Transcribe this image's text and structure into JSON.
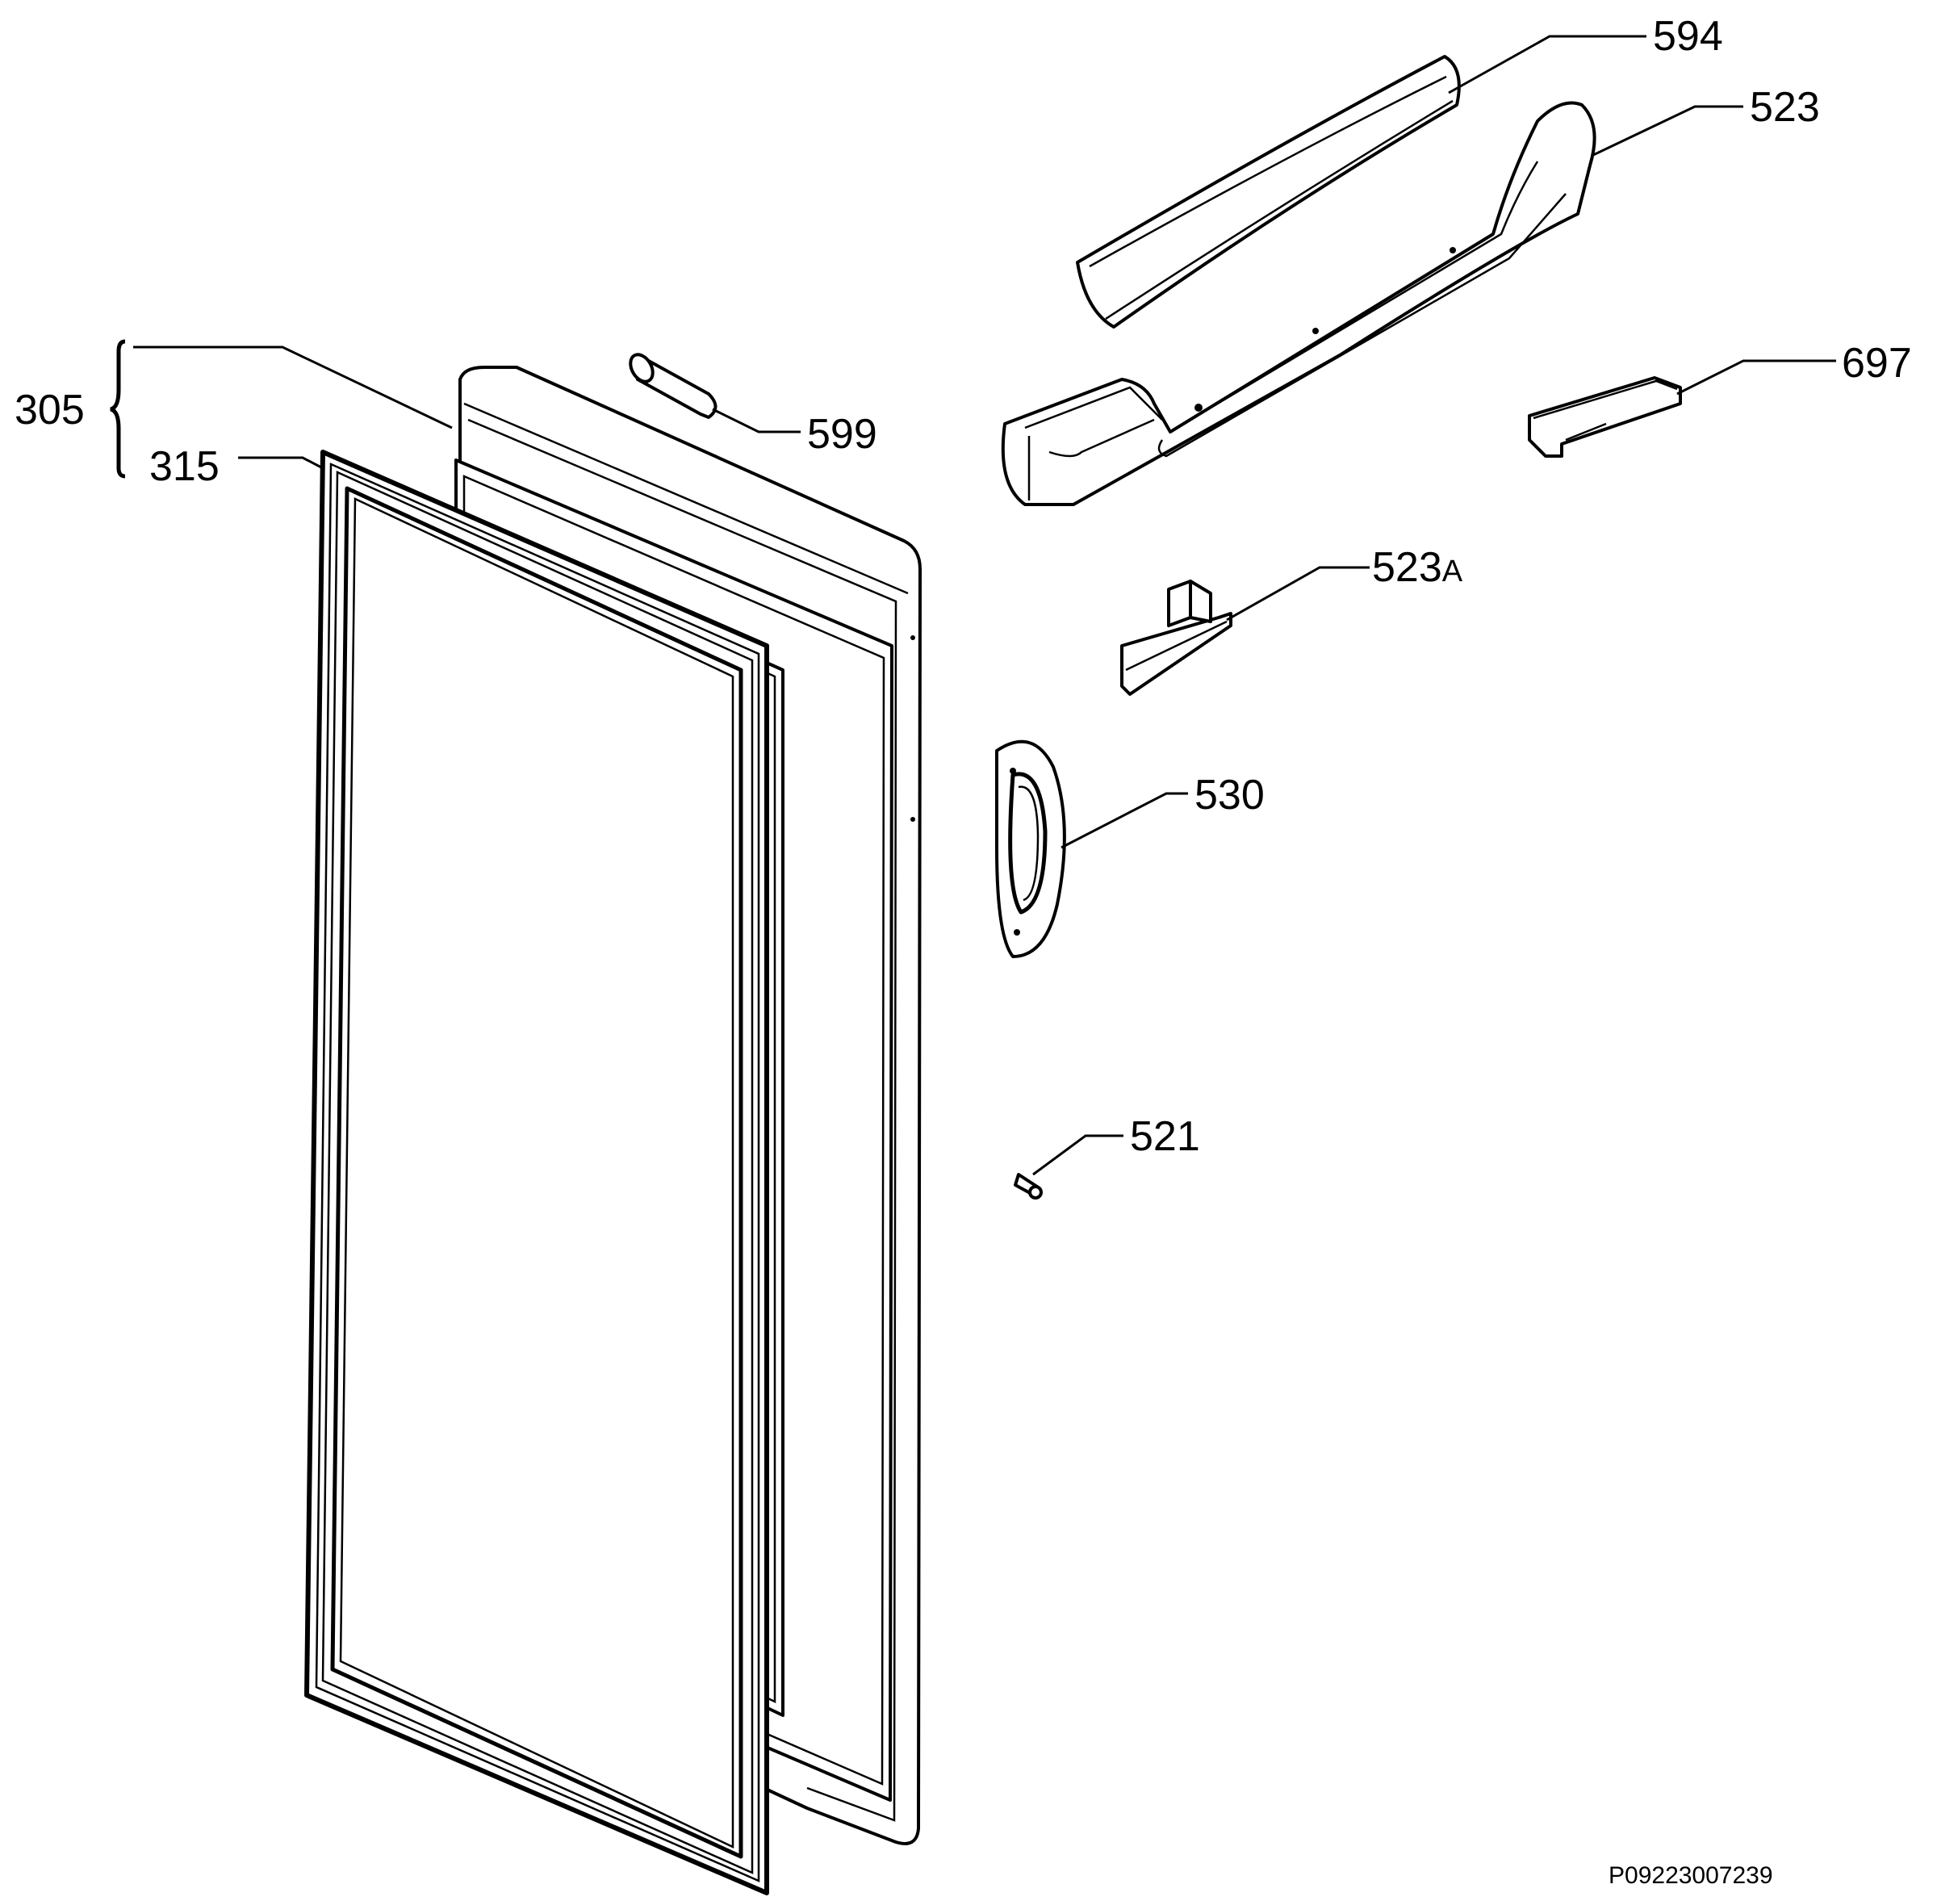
{
  "labels": {
    "l305": "305",
    "l315": "315",
    "l599": "599",
    "l594": "594",
    "l523": "523",
    "l697": "697",
    "l523a_num": "523",
    "l523a_suffix": "A",
    "l530": "530",
    "l521": "521"
  },
  "drawing_code": "P09223007239"
}
